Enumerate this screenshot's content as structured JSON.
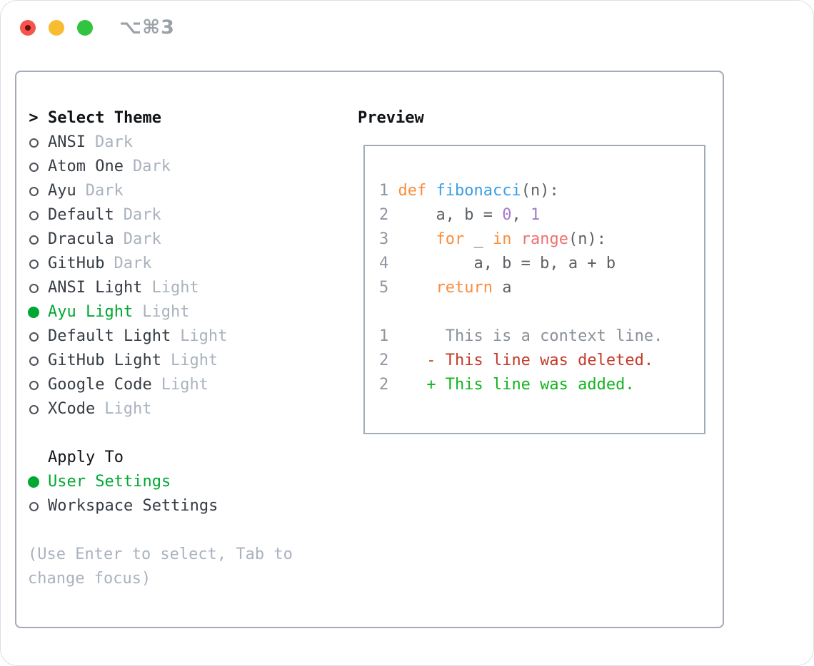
{
  "window": {
    "shortcut": "⌥⌘3",
    "traffic_lights": {
      "red": "#f5554c",
      "red_dot": "#6e0f08",
      "yellow": "#f7bc31",
      "green": "#30c440"
    }
  },
  "colors": {
    "panel_border": "#a3abb5",
    "muted": "#a9b2bf",
    "selected_green": "#00a832",
    "gutter": "#8d96a2"
  },
  "theme_panel": {
    "title_prefix": ">",
    "title": "Select Theme",
    "themes": [
      {
        "name": "ANSI",
        "tag": "Dark",
        "selected": false
      },
      {
        "name": "Atom One",
        "tag": "Dark",
        "selected": false
      },
      {
        "name": "Ayu",
        "tag": "Dark",
        "selected": false
      },
      {
        "name": "Default",
        "tag": "Dark",
        "selected": false
      },
      {
        "name": "Dracula",
        "tag": "Dark",
        "selected": false
      },
      {
        "name": "GitHub",
        "tag": "Dark",
        "selected": false
      },
      {
        "name": "ANSI Light",
        "tag": "Light",
        "selected": false
      },
      {
        "name": "Ayu Light",
        "tag": "Light",
        "selected": true
      },
      {
        "name": "Default Light",
        "tag": "Light",
        "selected": false
      },
      {
        "name": "GitHub Light",
        "tag": "Light",
        "selected": false
      },
      {
        "name": "Google Code",
        "tag": "Light",
        "selected": false
      },
      {
        "name": "XCode",
        "tag": "Light",
        "selected": false
      }
    ],
    "apply_to": {
      "title": "Apply To",
      "options": [
        {
          "label": "User Settings",
          "selected": true
        },
        {
          "label": "Workspace Settings",
          "selected": false
        }
      ]
    },
    "hint": "(Use Enter to select, Tab to change focus)"
  },
  "preview": {
    "title": "Preview",
    "token_colors": {
      "fg": "#5c6166",
      "kw": "#fa8d3e",
      "fn": "#399ee6",
      "num": "#a37acc",
      "rng": "#f07171",
      "ctx": "#8a9199",
      "del": "#c43a28",
      "add": "#12b41f"
    },
    "lines": [
      {
        "n": "1",
        "tokens": [
          [
            "def",
            "kw"
          ],
          [
            " ",
            "fg"
          ],
          [
            "fibonacci",
            "fn"
          ],
          [
            "(n):",
            "fg"
          ]
        ]
      },
      {
        "n": "2",
        "tokens": [
          [
            "    a, b = ",
            "fg"
          ],
          [
            "0",
            "num"
          ],
          [
            ", ",
            "fg"
          ],
          [
            "1",
            "num"
          ]
        ]
      },
      {
        "n": "3",
        "tokens": [
          [
            "    ",
            "fg"
          ],
          [
            "for",
            "kw"
          ],
          [
            " _ ",
            "fg"
          ],
          [
            "in",
            "kw"
          ],
          [
            " ",
            "fg"
          ],
          [
            "range",
            "rng"
          ],
          [
            "(n):",
            "fg"
          ]
        ]
      },
      {
        "n": "4",
        "tokens": [
          [
            "        a, b = b, a + b",
            "fg"
          ]
        ]
      },
      {
        "n": "5",
        "tokens": [
          [
            "    ",
            "fg"
          ],
          [
            "return",
            "kw"
          ],
          [
            " a",
            "fg"
          ]
        ]
      },
      {
        "n": "",
        "tokens": []
      },
      {
        "n": "1",
        "tokens": [
          [
            "     This is a context line.",
            "ctx"
          ]
        ]
      },
      {
        "n": "2",
        "tokens": [
          [
            "   ",
            "fg"
          ],
          [
            "- This line was deleted.",
            "del"
          ]
        ]
      },
      {
        "n": "2",
        "tokens": [
          [
            "   ",
            "fg"
          ],
          [
            "+ This line was added.",
            "add"
          ]
        ]
      }
    ]
  }
}
